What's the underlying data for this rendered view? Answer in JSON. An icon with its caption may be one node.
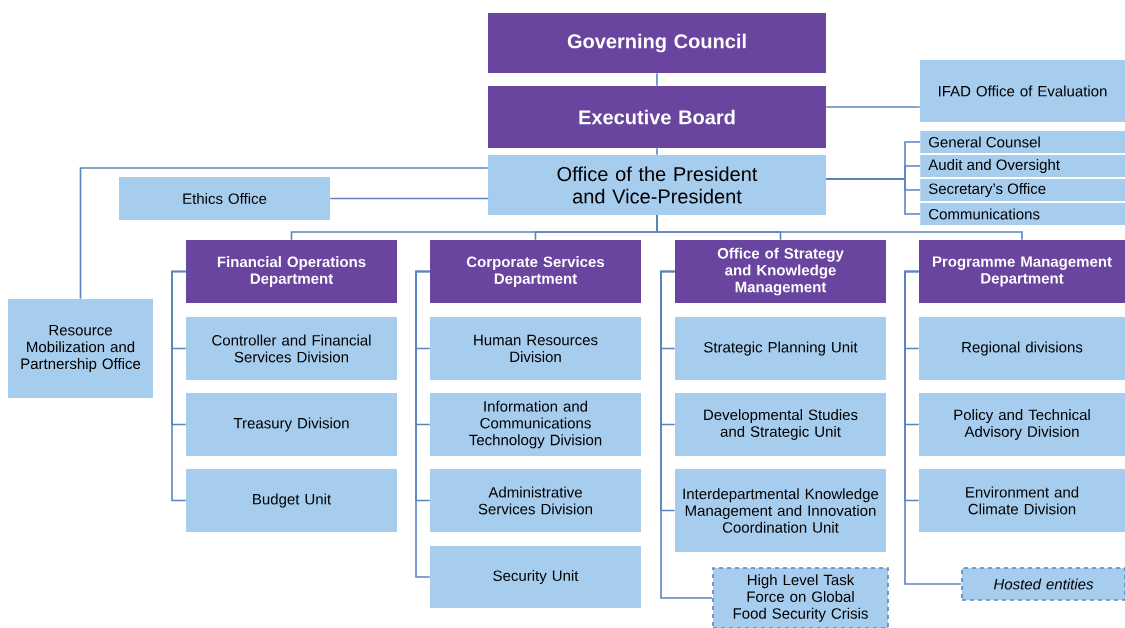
{
  "diagram": {
    "nodes": [
      {
        "text": [
          "Governing Council"
        ]
      },
      {
        "text": [
          "Executive Board"
        ]
      },
      {
        "text": [
          "Office of the President and Vice-President"
        ]
      },
      {
        "text": [
          "IFAD Office of Evaluation"
        ]
      },
      {
        "text": [
          "General Counsel"
        ]
      },
      {
        "text": [
          "Audit and Oversight"
        ]
      },
      {
        "text": [
          "Secretary’s Office"
        ]
      },
      {
        "text": [
          "Communications"
        ]
      },
      {
        "text": [
          "Ethics Office"
        ]
      },
      {
        "text": [
          "Resource Mobilization and Partnership Office"
        ]
      },
      {
        "text": [
          "Financial Operations Department"
        ]
      },
      {
        "text": [
          "Controller and Financial Services Division"
        ]
      },
      {
        "text": [
          "Treasury Division"
        ]
      },
      {
        "text": [
          "Budget Unit"
        ]
      },
      {
        "text": [
          "Corporate Services Department"
        ]
      },
      {
        "text": [
          "Human Resources Division"
        ]
      },
      {
        "text": [
          "Information and Communications Technology Division"
        ]
      },
      {
        "text": [
          "Administrative Services Division"
        ]
      },
      {
        "text": [
          "Security Unit"
        ]
      },
      {
        "text": [
          "Office of Strategy and Knowledge Management"
        ]
      },
      {
        "text": [
          "Strategic Planning Unit"
        ]
      },
      {
        "text": [
          "Developmental Studies and Strategic Unit"
        ]
      },
      {
        "text": [
          "Interdepartmental Knowledge Management and Innovation Coordination Unit"
        ]
      },
      {
        "text": [
          "High Level Task Force on Global Food Security Crisis"
        ]
      },
      {
        "text": [
          "Programme Management Department"
        ]
      },
      {
        "text": [
          "Regional divisions"
        ]
      },
      {
        "text": [
          "Policy and Technical Advisory Division"
        ]
      },
      {
        "text": [
          "Environment and Climate Division"
        ]
      },
      {
        "text": [
          "Hosted entities"
        ]
      }
    ],
    "edges": [
      {
        "from": 0,
        "to": 1,
        "arrow": "none"
      },
      {
        "from": 1,
        "to": 2,
        "arrow": "none"
      },
      {
        "from": 1,
        "to": 3,
        "arrow": "none"
      },
      {
        "from": 2,
        "to": 4,
        "arrow": "none"
      },
      {
        "from": 2,
        "to": 5,
        "arrow": "none"
      },
      {
        "from": 2,
        "to": 6,
        "arrow": "none"
      },
      {
        "from": 2,
        "to": 7,
        "arrow": "none"
      },
      {
        "from": 2,
        "to": 8,
        "arrow": "none"
      },
      {
        "from": 2,
        "to": 9,
        "arrow": "none"
      },
      {
        "from": 2,
        "to": 10,
        "arrow": "none"
      },
      {
        "from": 2,
        "to": 14,
        "arrow": "none"
      },
      {
        "from": 2,
        "to": 19,
        "arrow": "none"
      },
      {
        "from": 2,
        "to": 24,
        "arrow": "none"
      },
      {
        "from": 10,
        "to": 11,
        "arrow": "none"
      },
      {
        "from": 10,
        "to": 12,
        "arrow": "none"
      },
      {
        "from": 10,
        "to": 13,
        "arrow": "none"
      },
      {
        "from": 14,
        "to": 15,
        "arrow": "none"
      },
      {
        "from": 14,
        "to": 16,
        "arrow": "none"
      },
      {
        "from": 14,
        "to": 17,
        "arrow": "none"
      },
      {
        "from": 14,
        "to": 18,
        "arrow": "none"
      },
      {
        "from": 19,
        "to": 20,
        "arrow": "none"
      },
      {
        "from": 19,
        "to": 21,
        "arrow": "none"
      },
      {
        "from": 19,
        "to": 22,
        "arrow": "none"
      },
      {
        "from": 19,
        "to": 23,
        "arrow": "none"
      },
      {
        "from": 24,
        "to": 25,
        "arrow": "none"
      },
      {
        "from": 24,
        "to": 26,
        "arrow": "none"
      },
      {
        "from": 24,
        "to": 27,
        "arrow": "none"
      },
      {
        "from": 24,
        "to": 28,
        "arrow": "none"
      }
    ]
  }
}
